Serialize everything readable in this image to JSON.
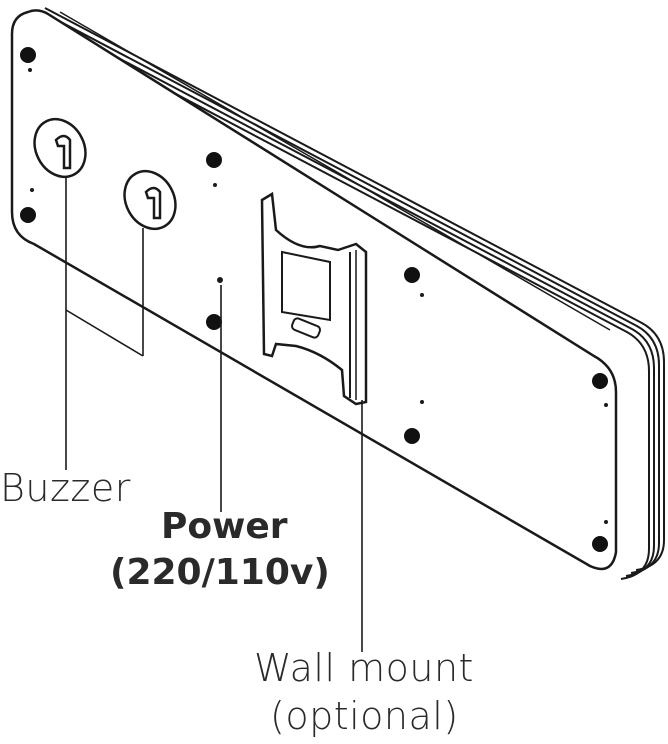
{
  "labels": {
    "buzzer": "Buzzer",
    "power_line1": "Power",
    "power_line2": "(220/110v)",
    "wall_mount_line1": "Wall mount",
    "wall_mount_line2": "(optional)"
  },
  "colors": {
    "outline": "#1a1a1a",
    "text": "#2a2a2a",
    "fill": "#ffffff",
    "screw": "#111111"
  }
}
